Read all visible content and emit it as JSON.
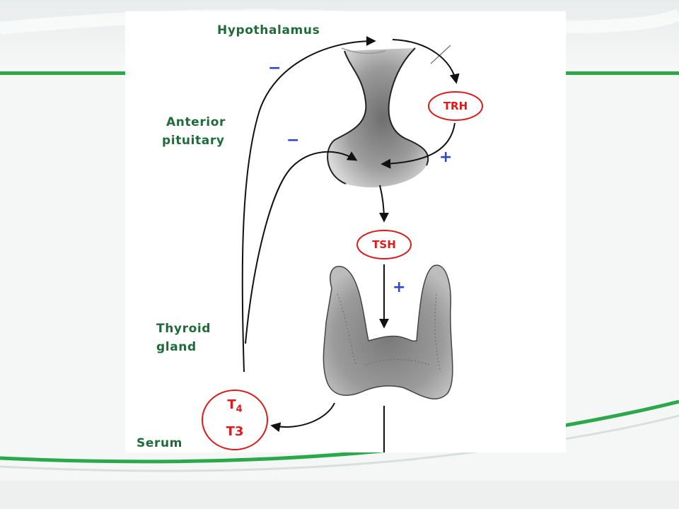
{
  "diagram": {
    "labels": {
      "hypothalamus": "Hypothalamus",
      "anterior_pituitary_line1": "Anterior",
      "anterior_pituitary_line2": "pituitary",
      "thyroid_gland_line1": "Thyroid",
      "thyroid_gland_line2": "gland",
      "serum": "Serum"
    },
    "hormones": {
      "trh": "TRH",
      "tsh": "TSH",
      "t4": "T",
      "t4_subscript": "4",
      "t3": "T3"
    },
    "feedback_signs": {
      "hypothalamus_negative": "−",
      "pituitary_negative": "−",
      "trh_positive": "+",
      "tsh_positive": "+"
    },
    "colors": {
      "label_green": "#1f6b3a",
      "hormone_red": "#e01a1a",
      "sign_blue": "#2f43d6",
      "slide_accent_green": "#2aa84a"
    }
  }
}
